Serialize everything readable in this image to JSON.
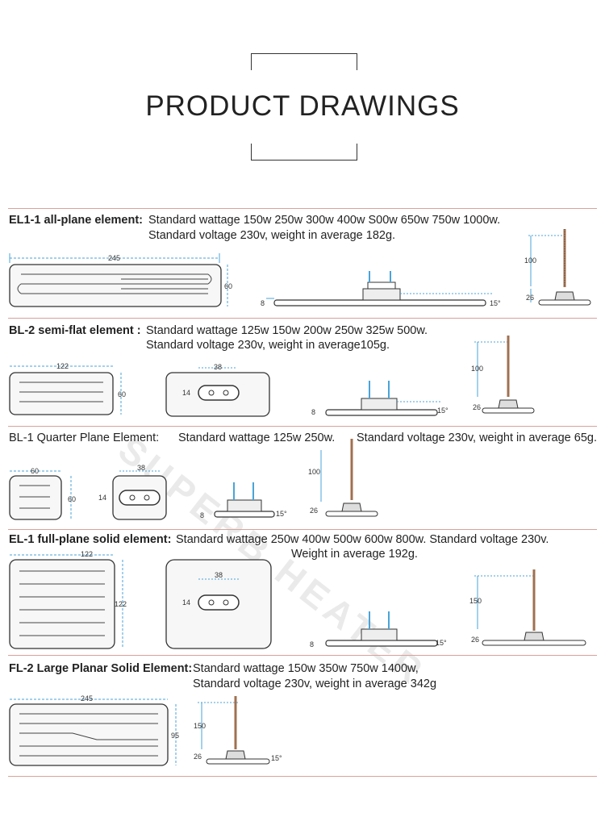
{
  "page": {
    "title": "PRODUCT DRAWINGS",
    "watermark": "SUPERB HEATER"
  },
  "sections": [
    {
      "label": "EL1-1 all-plane element:",
      "line1": "Standard wattage 150w 250w 300w 400w S00w 650w 750w 1000w.",
      "line2": "Standard voltage 230v, weight in average 182g.",
      "dims": {
        "width": "245",
        "height": "60",
        "base": "8",
        "angle": "15°",
        "pin": "100",
        "pin_base": "26"
      }
    },
    {
      "label": "BL-2 semi-flat element :",
      "line1": "Standard wattage 125w 150w 200w 250w 325w 500w.",
      "line2": "Standard voltage 230v, weight in average105g.",
      "dims": {
        "width": "122",
        "height": "60",
        "socket_w": "38",
        "socket_h": "14",
        "base": "8",
        "angle": "15°",
        "pin": "100",
        "pin_base": "26"
      }
    },
    {
      "label": "BL-1 Quarter Plane Element:",
      "line1": "Standard wattage 125w 250w.",
      "line2": "Standard voltage 230v, weight in average 65g.",
      "dims": {
        "width": "60",
        "height": "60",
        "socket_w": "38",
        "socket_h": "14",
        "base": "8",
        "angle": "15°",
        "pin": "100",
        "pin_base": "26"
      }
    },
    {
      "label": "EL-1 full-plane solid element:",
      "line1": "Standard wattage 250w 400w 500w 600w 800w.  Standard voltage 230v.",
      "line2": "Weight in average 192g.",
      "dims": {
        "width": "122",
        "height": "122",
        "socket_w": "38",
        "socket_h": "14",
        "base": "8",
        "angle": "15°",
        "pin": "150",
        "pin_base": "26"
      }
    },
    {
      "label": "FL-2 Large Planar Solid Element:",
      "line1": "Standard wattage 150w 350w 750w 1400w,",
      "line2": "Standard voltage 230v, weight in average 342g",
      "dims": {
        "width": "245",
        "height": "95",
        "base": "26",
        "angle": "15°",
        "pin": "150"
      }
    }
  ]
}
